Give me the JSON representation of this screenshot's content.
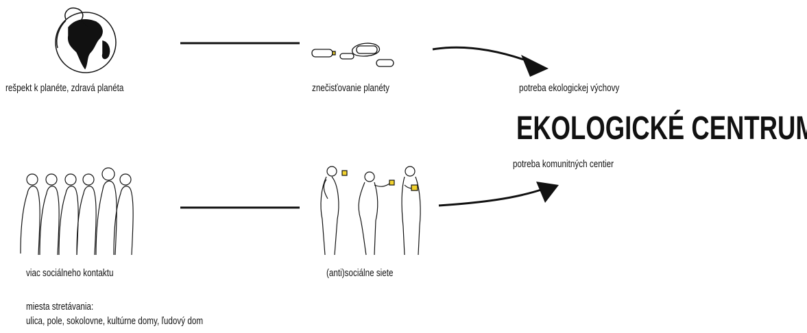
{
  "title": "EKOLOGICKÉ CENTRUM",
  "top_row": {
    "left_label": "rešpekt k planéte, zdravá planéta",
    "middle_label": "znečisťovanie planéty",
    "right_label": "potreba ekologickej výchovy"
  },
  "bottom_row": {
    "left_label": "viac sociálneho kontaktu",
    "middle_label": "(anti)sociálne siete",
    "right_label": "potreba komunitných centier"
  },
  "meeting_places": {
    "heading": "miesta stretávania:",
    "list": "ulica, pole, sokolovne, kultúrne domy, ľudový dom"
  },
  "colors": {
    "ink": "#111111",
    "accent": "#f2d22e"
  }
}
